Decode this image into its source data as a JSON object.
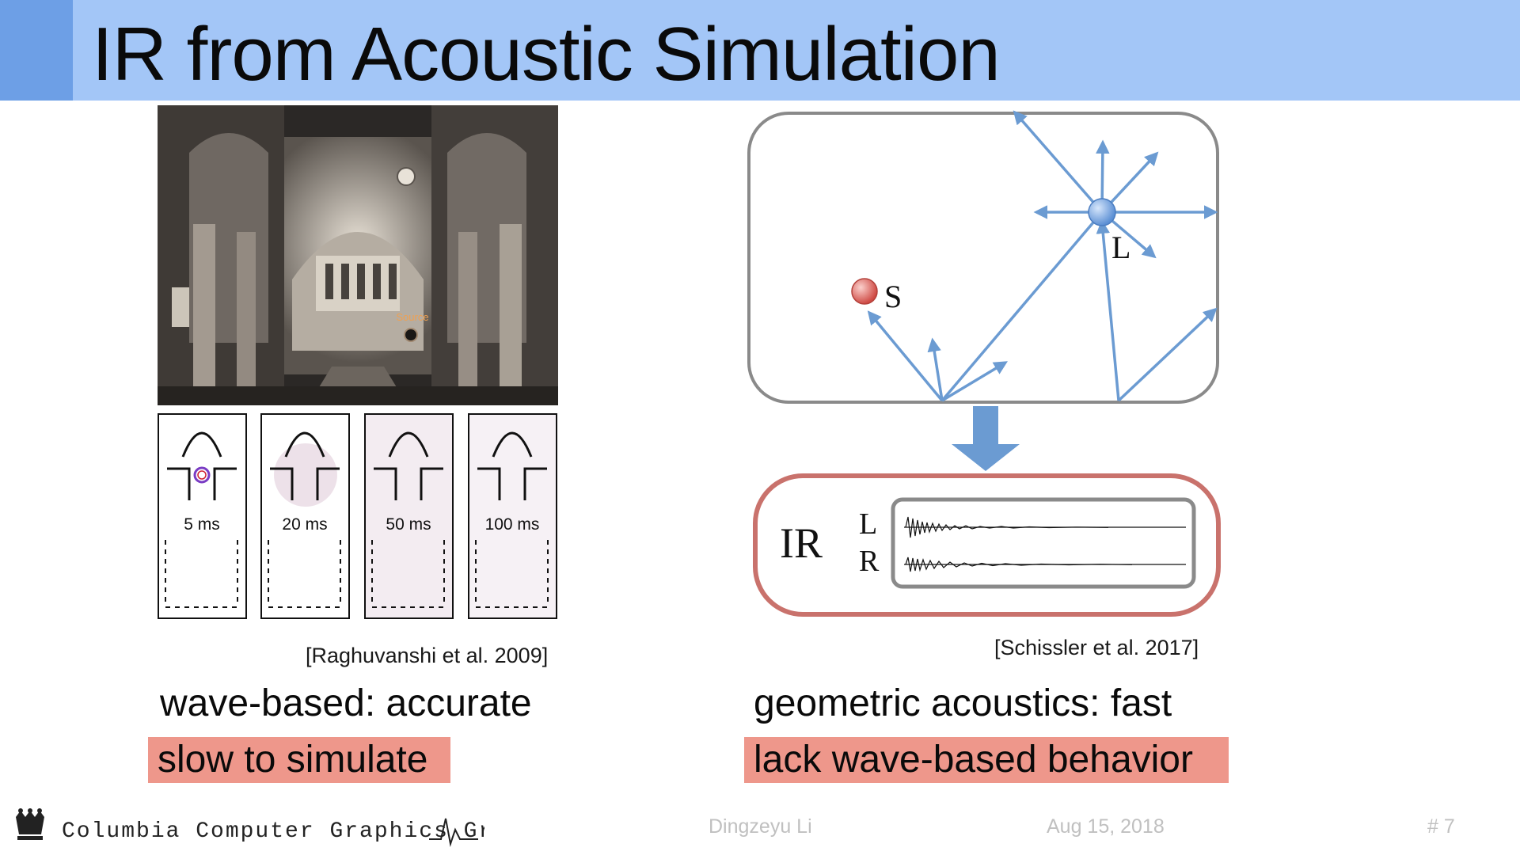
{
  "slide": {
    "title": "IR from Acoustic Simulation"
  },
  "left_panel": {
    "source_label": "Source",
    "floorplan_times": [
      "5 ms",
      "20 ms",
      "50 ms",
      "100 ms"
    ],
    "citation": "[Raghuvanshi et al. 2009]",
    "caption": "wave-based: accurate",
    "drawback": "slow to simulate"
  },
  "right_panel": {
    "source_label": "S",
    "listener_label": "L",
    "ir_label": "IR",
    "channel_left": "L",
    "channel_right": "R",
    "citation": "[Schissler et al. 2017]",
    "caption": "geometric acoustics: fast",
    "drawback": "lack wave-based behavior"
  },
  "footer": {
    "logo_text": "Columbia Computer Graphics Group",
    "author": "Dingzeyu Li",
    "date": "Aug 15, 2018",
    "page": "# 7"
  },
  "colors": {
    "header": "#a3c6f7",
    "header_accent": "#6d9fe6",
    "highlight": "#ee978b",
    "ray": "#6b9bd2",
    "ir_border": "#c9726c"
  }
}
